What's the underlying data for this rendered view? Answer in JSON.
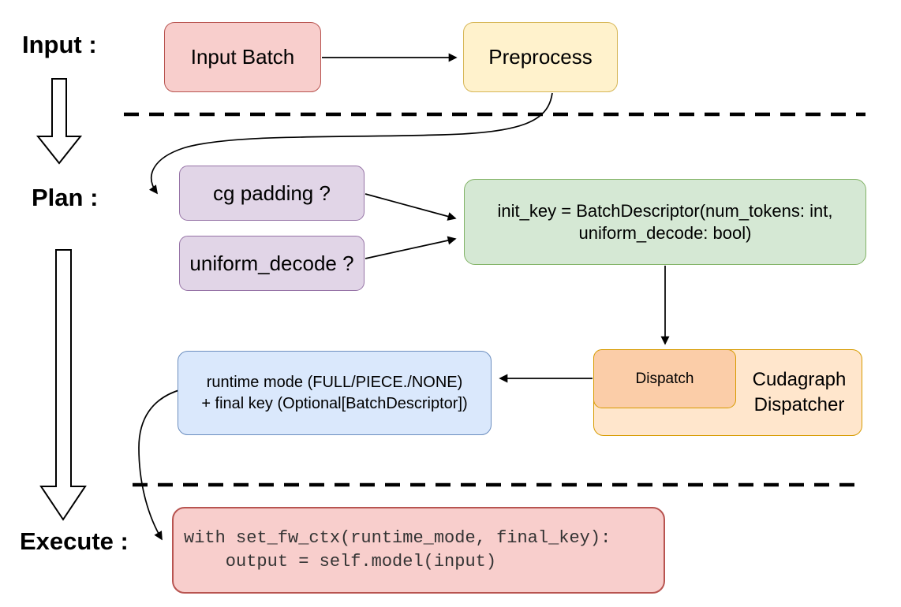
{
  "diagram": {
    "phases": {
      "input_label": "Input :",
      "plan_label": "Plan :",
      "execute_label": "Execute :"
    },
    "nodes": {
      "input_batch": {
        "label": "Input Batch",
        "fill": "#f8cecc",
        "stroke": "#b85450"
      },
      "preprocess": {
        "label": "Preprocess",
        "fill": "#fff2cc",
        "stroke": "#d6b656"
      },
      "cg_padding": {
        "label": "cg padding ?",
        "fill": "#e1d5e7",
        "stroke": "#9673a6"
      },
      "uniform_decode": {
        "label": "uniform_decode ?",
        "fill": "#e1d5e7",
        "stroke": "#9673a6"
      },
      "init_key": {
        "line1": "init_key = BatchDescriptor(num_tokens: int,",
        "line2": "uniform_decode: bool)",
        "fill": "#d5e8d4",
        "stroke": "#82b366"
      },
      "dispatch": {
        "label": "Dispatch",
        "fill": "#fbcda8",
        "stroke": "#d79b00"
      },
      "cudagraph_dispatcher": {
        "label": "Cudagraph Dispatcher",
        "fill": "#ffe6cc",
        "stroke": "#d79b00"
      },
      "runtime_mode": {
        "line1": "runtime mode (FULL/PIECE./NONE)",
        "line2": "+ final key (Optional[BatchDescriptor])",
        "fill": "#dae8fc",
        "stroke": "#6c8ebf"
      },
      "execute_code": {
        "line1": "with set_fw_ctx(runtime_mode, final_key):",
        "line2": "    output = self.model(input)",
        "fill": "#f8cecc",
        "stroke": "#b85450"
      }
    },
    "edges": [
      {
        "from": "input_batch",
        "to": "preprocess"
      },
      {
        "from": "preprocess",
        "to": "cg_padding"
      },
      {
        "from": "cg_padding",
        "to": "init_key"
      },
      {
        "from": "uniform_decode",
        "to": "init_key"
      },
      {
        "from": "init_key",
        "to": "dispatch"
      },
      {
        "from": "dispatch",
        "to": "runtime_mode"
      },
      {
        "from": "runtime_mode",
        "to": "execute_code"
      }
    ],
    "dividers": {
      "style": "dashed",
      "color": "#000000",
      "count": 2
    }
  }
}
